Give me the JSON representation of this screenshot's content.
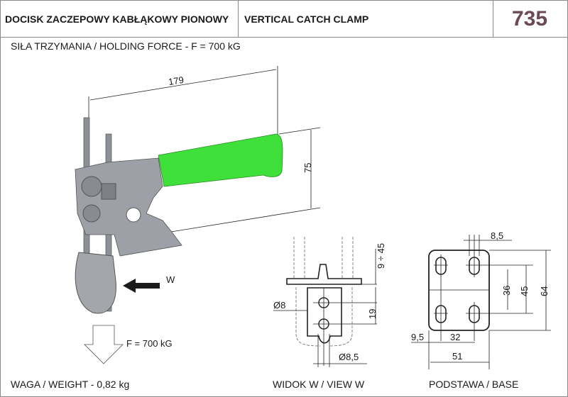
{
  "header": {
    "title_pl": "DOCISK ZACZEPOWY KABŁĄKOWY PIONOWY",
    "title_en": "VERTICAL CATCH CLAMP",
    "model_number": "735"
  },
  "holding_force": "SIŁA TRZYMANIA / HOLDING FORCE - F = 700 kG",
  "main_view": {
    "dim_length": "179",
    "dim_height": "75",
    "arrow_label": "W",
    "force_label": "F = 700 kG",
    "handle_color": "#3fe03a"
  },
  "view_w": {
    "title": "WIDOK W / VIEW W",
    "dim_range": "9 ÷ 45",
    "dim_spacing": "19",
    "dim_hole": "Ø8",
    "dim_slot": "Ø8,5"
  },
  "base": {
    "title": "PODSTAWA / BASE",
    "dim_slot_width": "8,5",
    "dim_36": "36",
    "dim_45": "45",
    "dim_64": "64",
    "dim_9_5": "9,5",
    "dim_32": "32",
    "dim_51": "51"
  },
  "weight": "WAGA / WEIGHT - 0,82 kg"
}
